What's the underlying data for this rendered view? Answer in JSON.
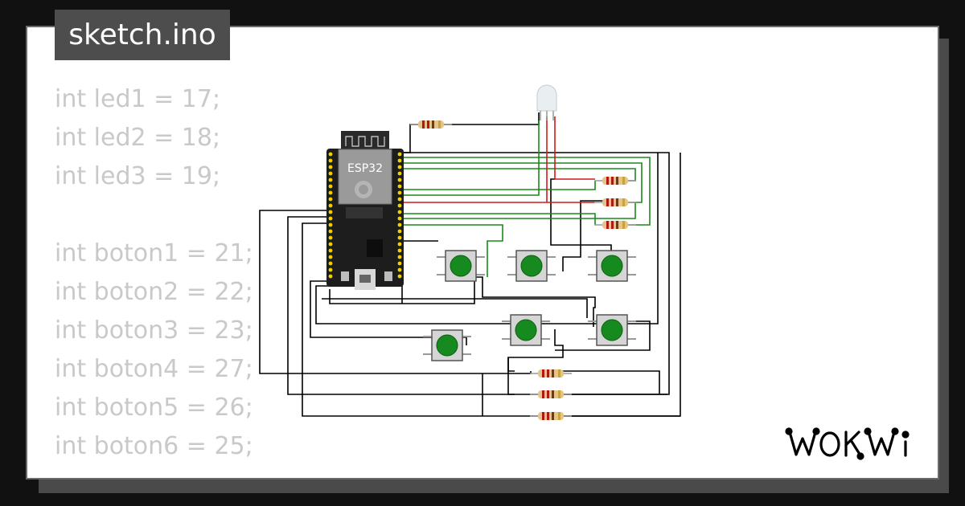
{
  "header": {
    "filename": "sketch.ino"
  },
  "code": {
    "lines": [
      "int led1 = 17;",
      "int led2 = 18;",
      "int led3 = 19;",
      "",
      "int boton1 = 21;",
      "int boton2 = 22;",
      "int boton3 = 23;",
      "int boton4 = 27;",
      "int boton5 = 26;",
      "int boton6 = 25;"
    ]
  },
  "board": {
    "label": "ESP32"
  },
  "components": {
    "buttons": 6,
    "resistors": 7,
    "rgb_led": 1
  },
  "brand": {
    "logo": "WOKWi"
  },
  "colors": {
    "wire_black": "#000000",
    "wire_green": "#1a8a1a",
    "wire_red": "#d11a1a",
    "button_green": "#178a1f",
    "text_faded": "#c9c9c9"
  }
}
